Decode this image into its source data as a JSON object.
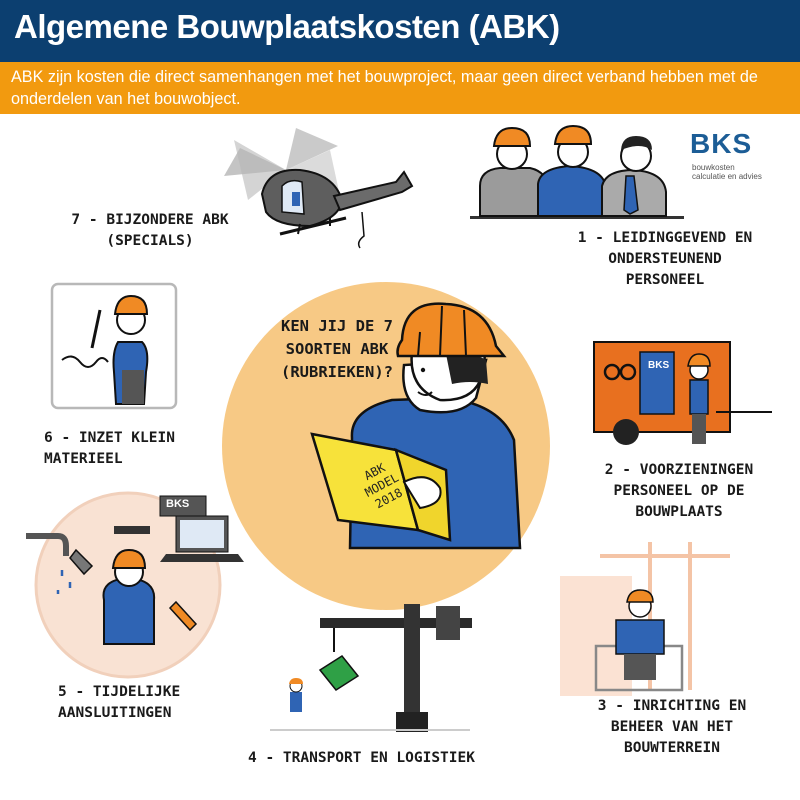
{
  "header": {
    "title": "Algemene Bouwplaatskosten (ABK)",
    "subtitle": "ABK zijn kosten die direct samenhangen met het bouwproject, maar geen direct verband hebben met de onderdelen van het bouwobject."
  },
  "logo": {
    "name": "BKS",
    "tagline": "bouwkosten\ncalculatie en advies"
  },
  "center": {
    "question": "KEN JIJ DE 7 SOORTEN ABK (RUBRIEKEN)?",
    "book_label": "ABK\nMODEL\n2018"
  },
  "laptop_label": "BKS",
  "van_label": "BKS",
  "categories": [
    {
      "label": "1 - LEIDINGGEVEND EN\nONDERSTEUNEND\nPERSONEEL"
    },
    {
      "label": "2 - VOORZIENINGEN\nPERSONEEL OP DE\nBOUWPLAATS"
    },
    {
      "label": "3 - INRICHTING EN\nBEHEER VAN HET\nBOUWTERREIN"
    },
    {
      "label": "4 - TRANSPORT EN LOGISTIEK"
    },
    {
      "label": "5 - TIJDELIJKE\nAANSLUITINGEN"
    },
    {
      "label": "6 - INZET KLEIN\nMATERIEEL"
    },
    {
      "label": "7 - BIJZONDERE ABK\n(SPECIALS)"
    }
  ],
  "colors": {
    "header_bg": "#0c3f70",
    "subtitle_bg": "#f29a0f",
    "circle": "#f7c985",
    "helmet": "#f08a24",
    "shirt": "#2f64b4"
  }
}
